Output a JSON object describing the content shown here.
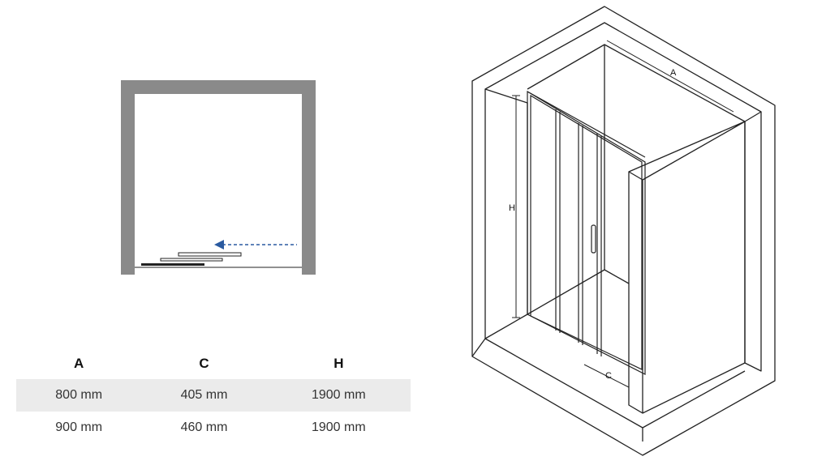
{
  "table": {
    "headers": [
      "A",
      "C",
      "H"
    ],
    "rows": [
      [
        "800 mm",
        "405 mm",
        "1900 mm"
      ],
      [
        "900 mm",
        "460 mm",
        "1900 mm"
      ]
    ]
  },
  "diagram": {
    "labels": {
      "a": "A",
      "c": "C",
      "h": "H"
    },
    "colors": {
      "wall": "#8a8a8a",
      "arrow": "#2a5aa0",
      "line": "#222222"
    }
  }
}
